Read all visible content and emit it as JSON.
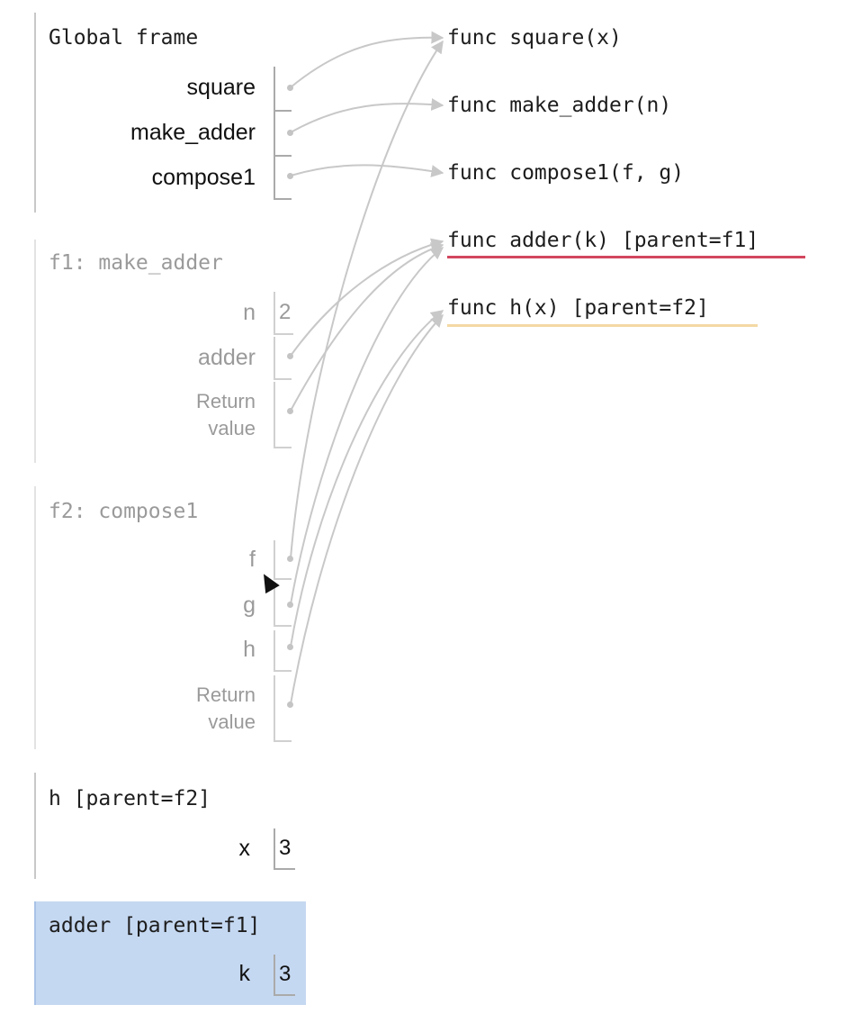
{
  "frames": {
    "global": {
      "title": "Global frame",
      "vars": [
        {
          "name": "square"
        },
        {
          "name": "make_adder"
        },
        {
          "name": "compose1"
        }
      ]
    },
    "f1": {
      "title": "f1: make_adder",
      "vars": [
        {
          "name": "n",
          "value": "2"
        },
        {
          "name": "adder"
        },
        {
          "name": "Return\nvalue"
        }
      ]
    },
    "f2": {
      "title": "f2: compose1",
      "vars": [
        {
          "name": "f"
        },
        {
          "name": "g"
        },
        {
          "name": "h"
        },
        {
          "name": "Return\nvalue"
        }
      ]
    },
    "h_frame": {
      "title": "h [parent=f2]",
      "vars": [
        {
          "name": "x",
          "value": "3"
        }
      ]
    },
    "adder_frame": {
      "title": "adder [parent=f1]",
      "vars": [
        {
          "name": "k",
          "value": "3"
        }
      ]
    }
  },
  "heap": [
    {
      "label": "func square(x)"
    },
    {
      "label": "func make_adder(n)"
    },
    {
      "label": "func compose1(f, g)"
    },
    {
      "label": "func adder(k) [parent=f1]",
      "underline_color": "#d3475e"
    },
    {
      "label": "func h(x) [parent=f2]",
      "underline_color": "#f3d9a4"
    }
  ],
  "colors": {
    "highlight": "#c5d8f1",
    "arrow": "#c8c8c8"
  }
}
